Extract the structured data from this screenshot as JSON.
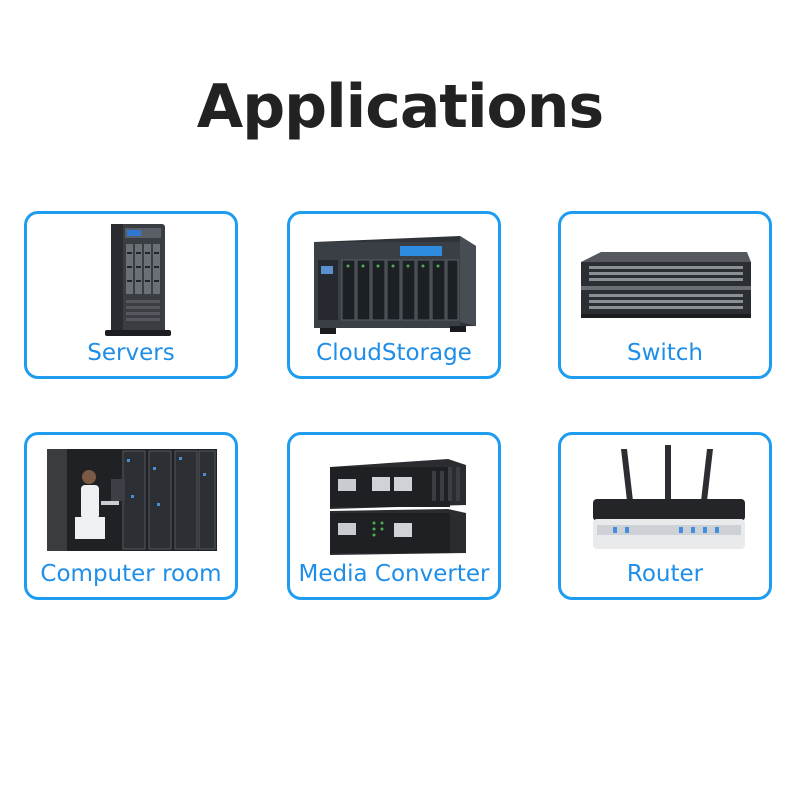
{
  "title": "Applications",
  "accent_color": "#1e9cf0",
  "cards": [
    {
      "label": "Servers",
      "icon": "tower-server-image"
    },
    {
      "label": "CloudStorage",
      "icon": "nas-storage-image"
    },
    {
      "label": "Switch",
      "icon": "rack-switch-image"
    },
    {
      "label": "Computer room",
      "icon": "server-room-photo"
    },
    {
      "label": "Media Converter",
      "icon": "media-converter-image"
    },
    {
      "label": "Router",
      "icon": "wifi-router-image"
    }
  ]
}
